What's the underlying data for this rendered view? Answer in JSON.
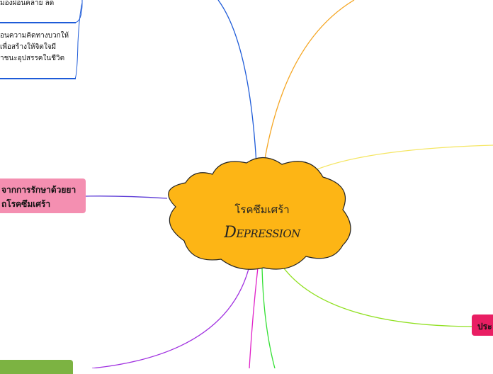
{
  "central_topic": {
    "title_th": "โรคซึมเศร้า",
    "title_en": "Depression",
    "fill_color": "#fdb515"
  },
  "subtopics": {
    "top_left_1": "มองผ่อนคลาย ลด",
    "top_left_2_line1": "อนความคิดทางบวกให้",
    "top_left_2_line2": "เพื่อสร้างให้จิตใจมี",
    "top_left_2_line3": "าชนะอุปสรรคในชีวิต",
    "pink_line1": "จากการรักษาด้วยยา",
    "pink_line2": "ถโรคซึมเศร้า",
    "magenta_label": "ประ"
  },
  "branch_colors": {
    "blue": "#1e5bd8",
    "orange": "#f5a623",
    "yellow": "#f5e663",
    "purple": "#5c3bd6",
    "green": "#90e020",
    "bright_green": "#33e033",
    "magenta": "#e020c8",
    "violet": "#a030e0",
    "pink": "#f48fb1",
    "box_magenta": "#e91e63",
    "box_green": "#7cb342"
  }
}
